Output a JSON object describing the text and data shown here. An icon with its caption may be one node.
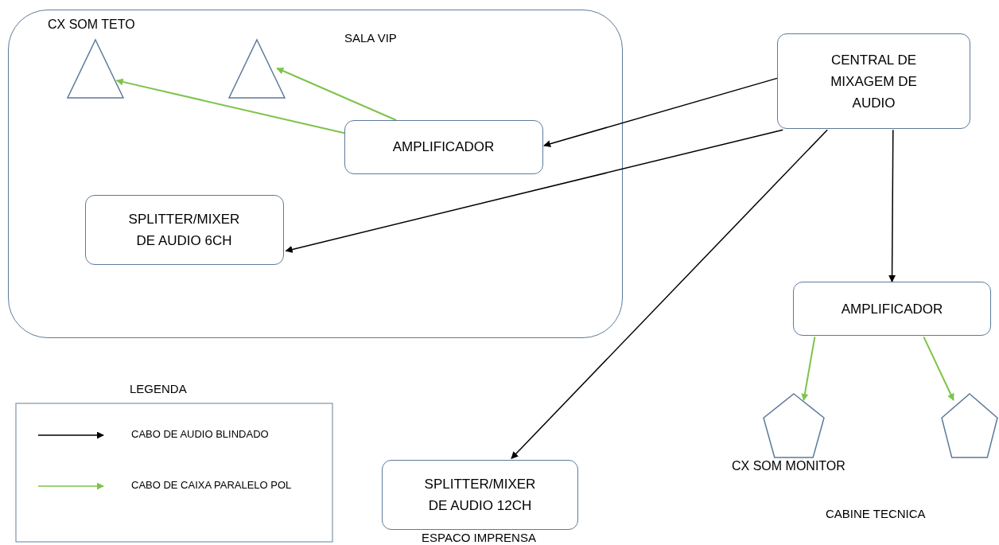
{
  "diagram": {
    "nodes": [
      {
        "text": [
          "SALA VIP"
        ]
      },
      {
        "text": [],
        "shape": "triangle",
        "beside": [
          "CX SOM TETO"
        ],
        "in": 0
      },
      {
        "text": [],
        "shape": "triangle",
        "in": 0
      },
      {
        "text": [
          "AMPLIFICADOR"
        ],
        "in": 0
      },
      {
        "text": [
          "SPLITTER/MIXER DE AUDIO 6CH"
        ],
        "in": 0
      },
      {
        "text": [
          "CENTRAL DE MIXAGEM DE AUDIO"
        ]
      },
      {
        "text": [
          "AMPLIFICADOR"
        ]
      },
      {
        "text": [],
        "shape": "pentagon",
        "beside": [
          "CX SOM MONITOR"
        ]
      },
      {
        "text": [],
        "shape": "pentagon"
      },
      {
        "text": [
          "SPLITTER/MIXER DE AUDIO 12CH"
        ]
      }
    ],
    "edges": [
      {
        "from": 3,
        "to": 1,
        "arrow": "to",
        "color": "#7dc34b"
      },
      {
        "from": 3,
        "to": 2,
        "arrow": "to",
        "color": "#7dc34b"
      },
      {
        "from": 5,
        "to": 3,
        "arrow": "to",
        "color": "#000000"
      },
      {
        "from": 5,
        "to": 4,
        "arrow": "to",
        "color": "#000000"
      },
      {
        "from": 5,
        "to": 9,
        "arrow": "to",
        "color": "#000000"
      },
      {
        "from": 5,
        "to": 6,
        "arrow": "to",
        "color": "#000000"
      },
      {
        "from": 6,
        "to": 7,
        "arrow": "to",
        "color": "#7dc34b"
      },
      {
        "from": 6,
        "to": 8,
        "arrow": "to",
        "color": "#7dc34b"
      }
    ],
    "labels": [
      "LEGENDA",
      "CABINE TECNICA",
      "ESPACO IMPRENSA"
    ],
    "legend": [
      {
        "text": "CABO DE AUDIO BLINDADO"
      },
      {
        "text": "CABO DE CAIXA PARALELO POL"
      }
    ]
  }
}
